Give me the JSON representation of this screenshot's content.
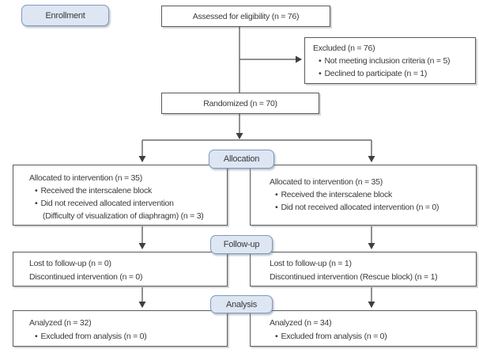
{
  "diagram": {
    "bullet": "•",
    "colors": {
      "stage_fill": "#dde6f2",
      "stage_border": "#7f9abd",
      "box_border": "#58595b",
      "connector_line": "#6b6c6e",
      "arrowhead": "#3f3f41",
      "text": "#3a3a3c"
    },
    "stage_labels": {
      "enrollment": "Enrollment",
      "allocation": "Allocation",
      "followup": "Follow-up",
      "analysis": "Analysis"
    },
    "boxes": {
      "assessed": {
        "text": "Assessed for eligibility (n = 76)"
      },
      "excluded": {
        "title": "Excluded (n = 76)",
        "bullets": [
          "Not meeting inclusion criteria (n = 5)",
          "Declined to participate (n = 1)"
        ]
      },
      "randomized": {
        "text": "Randomized (n = 70)"
      },
      "alloc_left": {
        "title": "Allocated to intervention (n = 35)",
        "bullets": [
          "Received the interscalene block",
          "Did not received allocated intervention"
        ],
        "continuation": "(Difficulty of visualization of diaphragm) (n = 3)"
      },
      "alloc_right": {
        "title": "Allocated to intervention (n = 35)",
        "bullets": [
          "Received the interscalene block",
          "Did not received allocated intervention (n = 0)"
        ]
      },
      "followup_left": {
        "lines": [
          "Lost to follow-up (n = 0)",
          "Discontinued intervention (n = 0)"
        ]
      },
      "followup_right": {
        "lines": [
          "Lost to follow-up (n = 1)",
          "Discontinued intervention (Rescue block) (n = 1)"
        ]
      },
      "analysis_left": {
        "title": "Analyzed (n = 32)",
        "bullets": [
          "Excluded from analysis (n = 0)"
        ]
      },
      "analysis_right": {
        "title": "Analyzed (n = 34)",
        "bullets": [
          "Excluded from analysis (n = 0)"
        ]
      }
    }
  }
}
